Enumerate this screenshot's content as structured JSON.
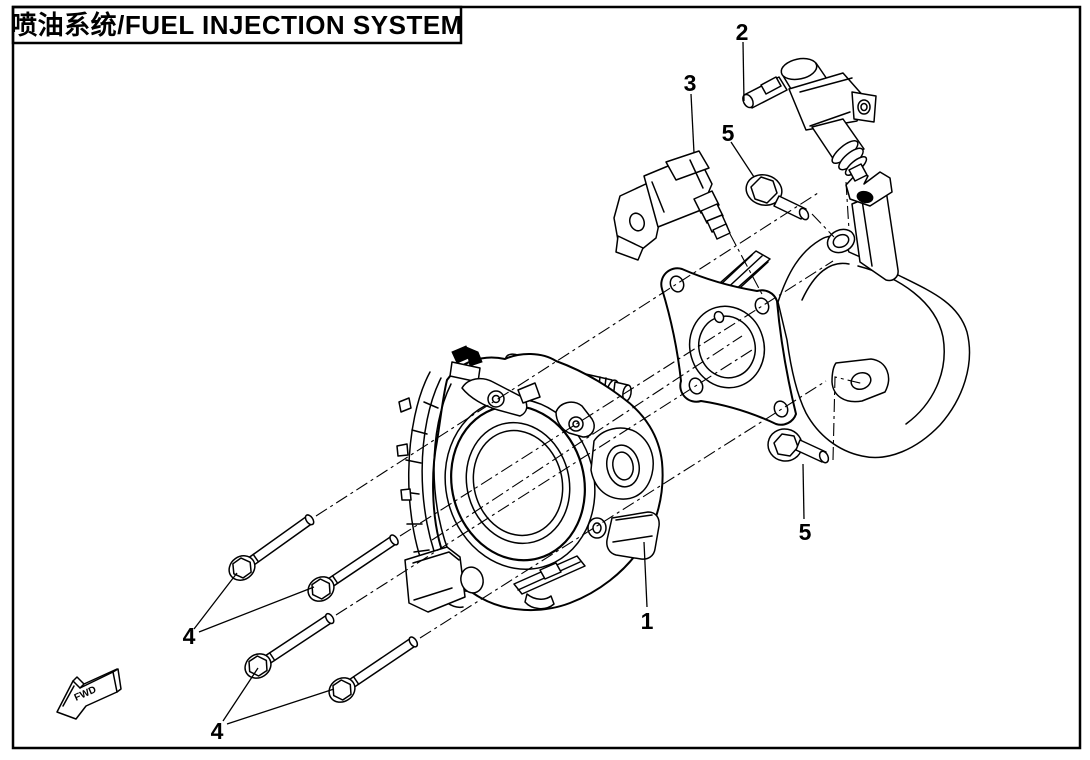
{
  "title": "喷油系统/FUEL INJECTION  SYSTEM",
  "direction_indicator": "FWD",
  "callouts": [
    {
      "label": "1"
    },
    {
      "label": "2"
    },
    {
      "label": "3"
    },
    {
      "label": "4"
    },
    {
      "label": "4"
    },
    {
      "label": "5"
    },
    {
      "label": "5"
    }
  ],
  "colors": {
    "line": "#000000",
    "background": "#ffffff"
  }
}
